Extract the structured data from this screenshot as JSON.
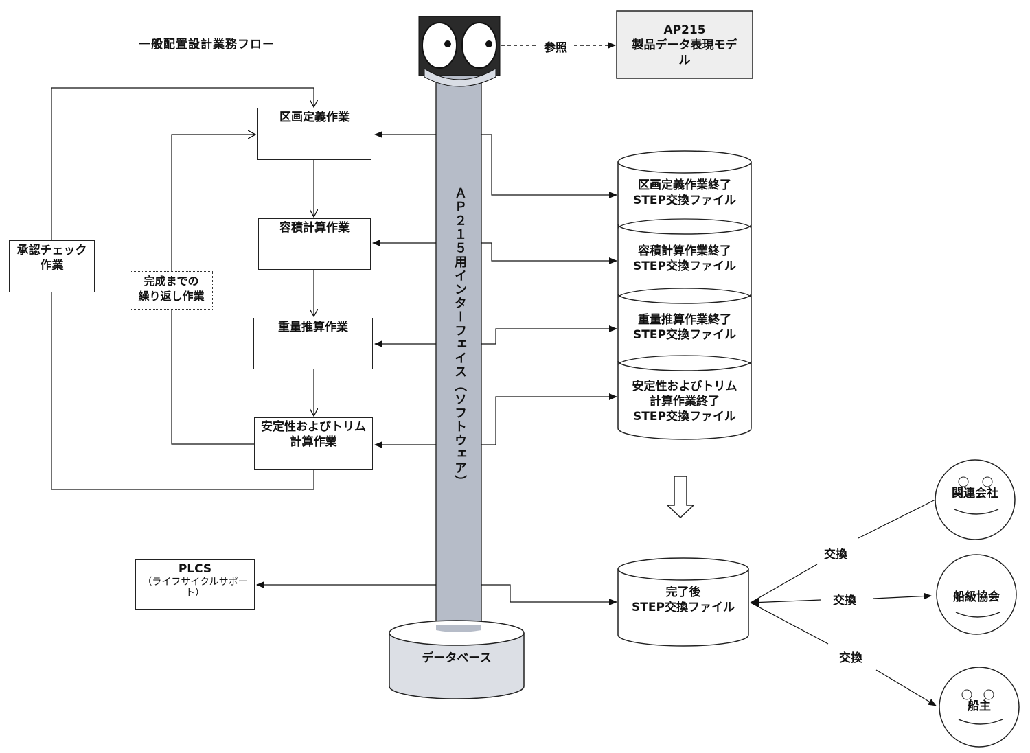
{
  "title": "一般配置設計業務フロー",
  "reference": {
    "arrow_label": "参照",
    "model_label": "AP215\n製品データ表現モデ\nル"
  },
  "interface_label": "ＡＰ２１５用インターフェイス（ソフトウェア）",
  "process_steps": [
    {
      "label": "区画定義作業"
    },
    {
      "label": "容積計算作業"
    },
    {
      "label": "重量推算作業"
    },
    {
      "label": "安定性およびトリム\n計算作業"
    }
  ],
  "approval_label": "承認チェック\n作業",
  "loop_label": "完成までの\n繰り返し作業",
  "step_files": [
    {
      "label": "区画定義作業終了\nSTEP交換ファイル"
    },
    {
      "label": "容積計算作業終了\nSTEP交換ファイル"
    },
    {
      "label": "重量推算作業終了\nSTEP交換ファイル"
    },
    {
      "label": "安定性およびトリム\n計算作業終了\nSTEP交換ファイル"
    }
  ],
  "final_file_label": "完了後\nSTEP交換ファイル",
  "database_label": "データベース",
  "plcs": {
    "title": "PLCS",
    "subtitle": "（ライフサイクルサポー\nト）"
  },
  "exchange_label": "交換",
  "partners": [
    {
      "label": "関連会社"
    },
    {
      "label": "船級協会"
    },
    {
      "label": "船主"
    }
  ]
}
